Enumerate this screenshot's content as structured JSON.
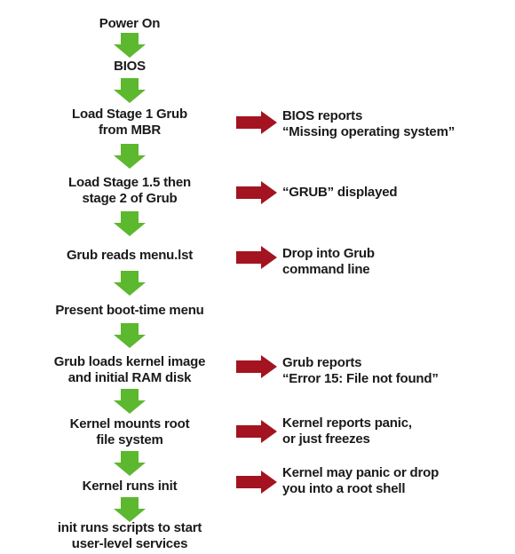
{
  "colors": {
    "step_arrow": "#5cb82e",
    "error_arrow": "#a31420",
    "text": "#1a1a1a",
    "background": "#ffffff"
  },
  "steps": [
    {
      "lines": [
        "Power On"
      ]
    },
    {
      "lines": [
        "BIOS"
      ]
    },
    {
      "lines": [
        "Load Stage 1 Grub",
        "from MBR"
      ]
    },
    {
      "lines": [
        "Load Stage 1.5 then",
        "stage 2 of Grub"
      ]
    },
    {
      "lines": [
        "Grub reads menu.lst"
      ]
    },
    {
      "lines": [
        "Present boot-time menu"
      ]
    },
    {
      "lines": [
        "Grub loads kernel image",
        "and initial RAM disk"
      ]
    },
    {
      "lines": [
        "Kernel mounts root",
        "file system"
      ]
    },
    {
      "lines": [
        "Kernel runs init"
      ]
    },
    {
      "lines": [
        "init runs scripts to start",
        "user-level services"
      ]
    }
  ],
  "failures": [
    {
      "lines": [
        "BIOS reports",
        "“Missing operating system”"
      ]
    },
    {
      "lines": [
        "“GRUB” displayed"
      ]
    },
    {
      "lines": [
        "Drop into Grub",
        "command line"
      ]
    },
    {
      "lines": [
        "Grub reports",
        "“Error 15: File not found”"
      ]
    },
    {
      "lines": [
        "Kernel reports panic,",
        "or just freezes"
      ]
    },
    {
      "lines": [
        "Kernel may panic or drop",
        "you into a root shell"
      ]
    }
  ]
}
